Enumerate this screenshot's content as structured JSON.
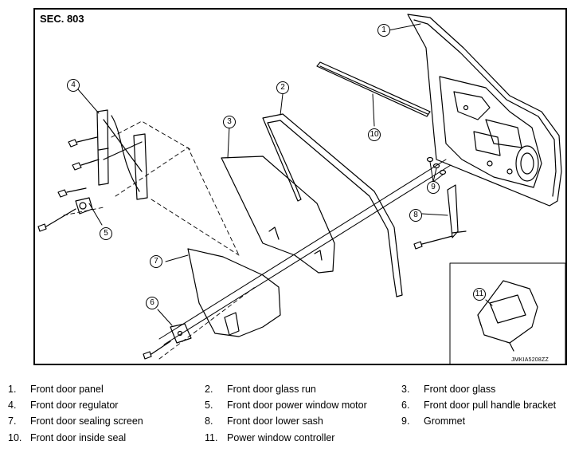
{
  "diagram": {
    "section": "SEC. 803",
    "drawing_code": "JMKIA5208ZZ",
    "callouts": [
      "1",
      "2",
      "3",
      "4",
      "5",
      "6",
      "7",
      "8",
      "9",
      "10",
      "11"
    ]
  },
  "legend": [
    {
      "num": "1.",
      "label": "Front door panel"
    },
    {
      "num": "2.",
      "label": "Front door glass run"
    },
    {
      "num": "3.",
      "label": "Front door glass"
    },
    {
      "num": "4.",
      "label": "Front door regulator"
    },
    {
      "num": "5.",
      "label": "Front door power window motor"
    },
    {
      "num": "6.",
      "label": "Front door pull handle bracket"
    },
    {
      "num": "7.",
      "label": "Front door sealing screen"
    },
    {
      "num": "8.",
      "label": "Front door lower sash"
    },
    {
      "num": "9.",
      "label": "Grommet"
    },
    {
      "num": "10.",
      "label": "Front door inside seal"
    },
    {
      "num": "11.",
      "label": "Power window controller"
    }
  ]
}
